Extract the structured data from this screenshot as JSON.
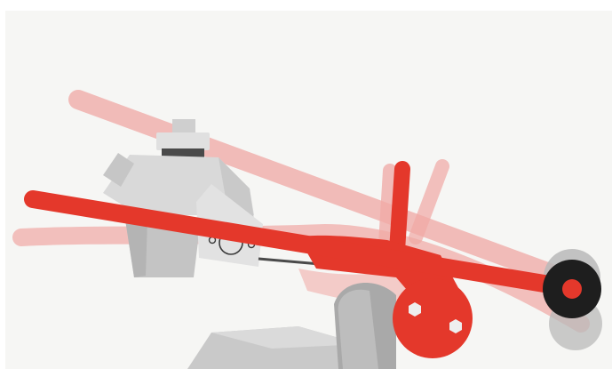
{
  "illustration": {
    "subject": "motion-blur-mechanism",
    "colors": {
      "background": "#f6f6f4",
      "page": "#ffffff",
      "arm_red": "#e4382b",
      "ghost_red": "#f0a4a0",
      "metal_light": "#d9d9d9",
      "metal_mid": "#c4c4c4",
      "metal_dark": "#a9a9a9",
      "wheel_dark": "#1e1e1e",
      "wheel_ghost": "#b9b9b9",
      "bolt": "#eeeeee"
    },
    "icons": [
      "main-arm",
      "ghost-arm-upper",
      "ghost-arm-lower",
      "v-bracket",
      "pivot-disc",
      "end-wheel",
      "housing-block",
      "mounting-plate"
    ]
  }
}
